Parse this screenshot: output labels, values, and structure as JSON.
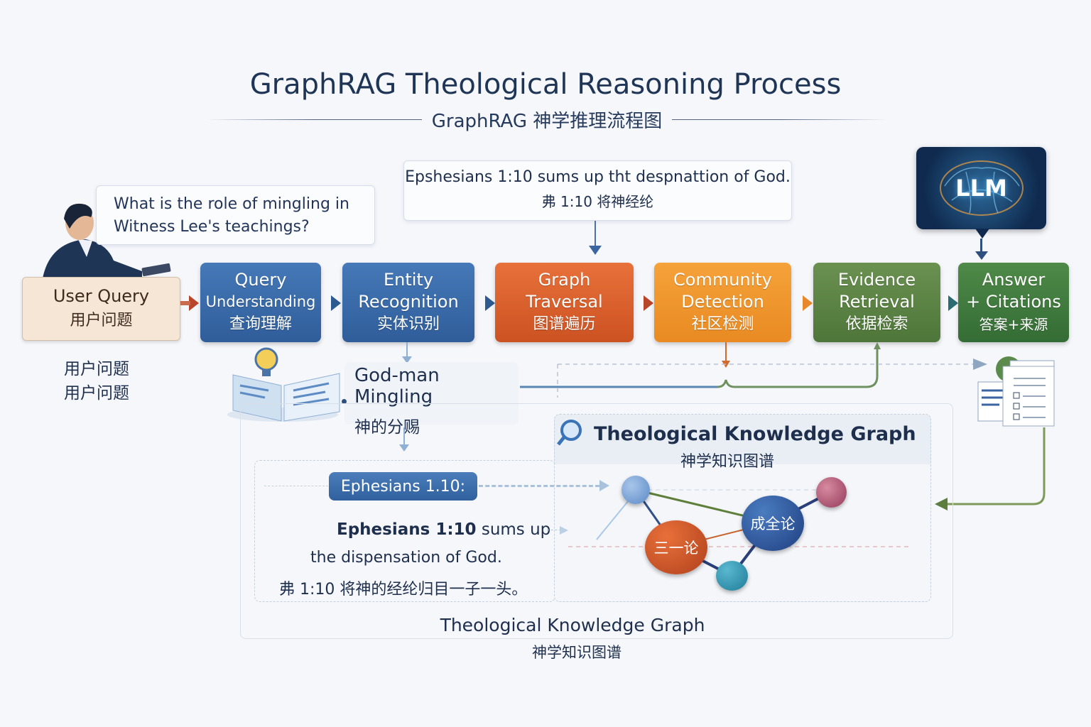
{
  "title": "GraphRAG Theological Reasoning Process",
  "subtitle": "GraphRAG 神学推理流程图",
  "query_bubble": {
    "line1": "What is the role of mingling in",
    "line2": "Witness Lee's teachings?"
  },
  "user_query": {
    "en": "User Query",
    "cn": "用户问题",
    "caption1": "用户问题",
    "caption2": "用户问题"
  },
  "top_callout": {
    "line1": "Epshesians 1:10 sums up tht despnattion of God.",
    "line2": "弗 1:10 将神经纶"
  },
  "llm": {
    "label": "LLM"
  },
  "steps": [
    {
      "en1": "Query",
      "en2": "Understanding",
      "cn": "查询理解",
      "color": "#3a6aa8"
    },
    {
      "en1": "Entity",
      "en2": "Recognition",
      "cn": "实体识别",
      "color": "#3c69a6"
    },
    {
      "en1": "Graph",
      "en2": "Traversal",
      "cn": "图谱遍历",
      "color": "#d95f2a"
    },
    {
      "en1": "Community",
      "en2": "Detection",
      "cn": "社区检测",
      "color": "#ee952e"
    },
    {
      "en1": "Evidence",
      "en2": "Retrieval",
      "cn": "依据检索",
      "color": "#5b8343"
    },
    {
      "en1": "Answer",
      "en2": "+ Citations",
      "cn": "答案+来源",
      "color": "#417c3f"
    }
  ],
  "entity": {
    "en": "God-man Mingling",
    "cn": "神的分赐"
  },
  "passage": {
    "badge": "Ephesians 1.10:",
    "line1_bold": "Ephesians 1:10",
    "line1_rest": " sums up",
    "line2": "the dispensation of God.",
    "line3": "弗 1:10 将神的经纶归目一子一头。"
  },
  "kg_panel": {
    "title": "Theological Knowledge Graph",
    "subtitle": "神学知识图谱"
  },
  "graph_nodes": {
    "node_a": "成全论",
    "node_b": "三一论"
  },
  "bottom_caption": {
    "en": "Theological Knowledge Graph",
    "cn": "神学知识图谱"
  }
}
